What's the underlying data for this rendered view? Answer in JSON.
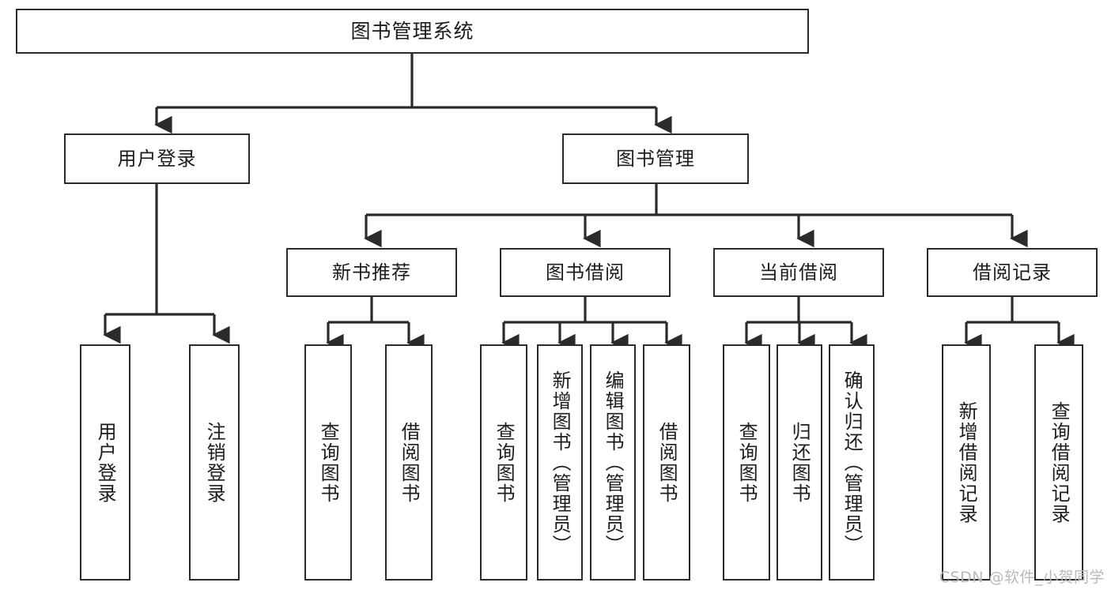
{
  "diagram": {
    "title": "图书管理系统",
    "watermark": "CSDN @软件_小贺同学",
    "line_color": "#2b2b2b",
    "box_fill": "#ffffff",
    "text_color": "#1c1c1c",
    "watermark_color": "#b9b9b9"
  },
  "nodes": {
    "root": {
      "label": "图书管理系统"
    },
    "level2": [
      {
        "label": "用户登录"
      },
      {
        "label": "图书管理"
      }
    ],
    "level3": [
      {
        "label": "新书推荐"
      },
      {
        "label": "图书借阅"
      },
      {
        "label": "当前借阅"
      },
      {
        "label": "借阅记录"
      }
    ],
    "leaves": {
      "user_login": [
        {
          "label": "用户登录"
        },
        {
          "label": "注销登录"
        }
      ],
      "new_book": [
        {
          "label": "查询图书"
        },
        {
          "label": "借阅图书"
        }
      ],
      "book_borrow": [
        {
          "label": "查询图书"
        },
        {
          "label": "新增图书（管理员）"
        },
        {
          "label": "编辑图书（管理员）"
        },
        {
          "label": "借阅图书"
        }
      ],
      "current_borrow": [
        {
          "label": "查询图书"
        },
        {
          "label": "归还图书"
        },
        {
          "label": "确认归还（管理员）"
        }
      ],
      "borrow_record": [
        {
          "label": "新增借阅记录"
        },
        {
          "label": "查询借阅记录"
        }
      ]
    }
  },
  "chart_data": {
    "type": "tree",
    "title": "图书管理系统",
    "orientation": "top-down",
    "tree": {
      "name": "图书管理系统",
      "children": [
        {
          "name": "用户登录",
          "children": [
            {
              "name": "用户登录"
            },
            {
              "name": "注销登录"
            }
          ]
        },
        {
          "name": "图书管理",
          "children": [
            {
              "name": "新书推荐",
              "children": [
                {
                  "name": "查询图书"
                },
                {
                  "name": "借阅图书"
                }
              ]
            },
            {
              "name": "图书借阅",
              "children": [
                {
                  "name": "查询图书"
                },
                {
                  "name": "新增图书（管理员）"
                },
                {
                  "name": "编辑图书（管理员）"
                },
                {
                  "name": "借阅图书"
                }
              ]
            },
            {
              "name": "当前借阅",
              "children": [
                {
                  "name": "查询图书"
                },
                {
                  "name": "归还图书"
                },
                {
                  "name": "确认归还（管理员）"
                }
              ]
            },
            {
              "name": "借阅记录",
              "children": [
                {
                  "name": "新增借阅记录"
                },
                {
                  "name": "查询借阅记录"
                }
              ]
            }
          ]
        }
      ]
    }
  }
}
